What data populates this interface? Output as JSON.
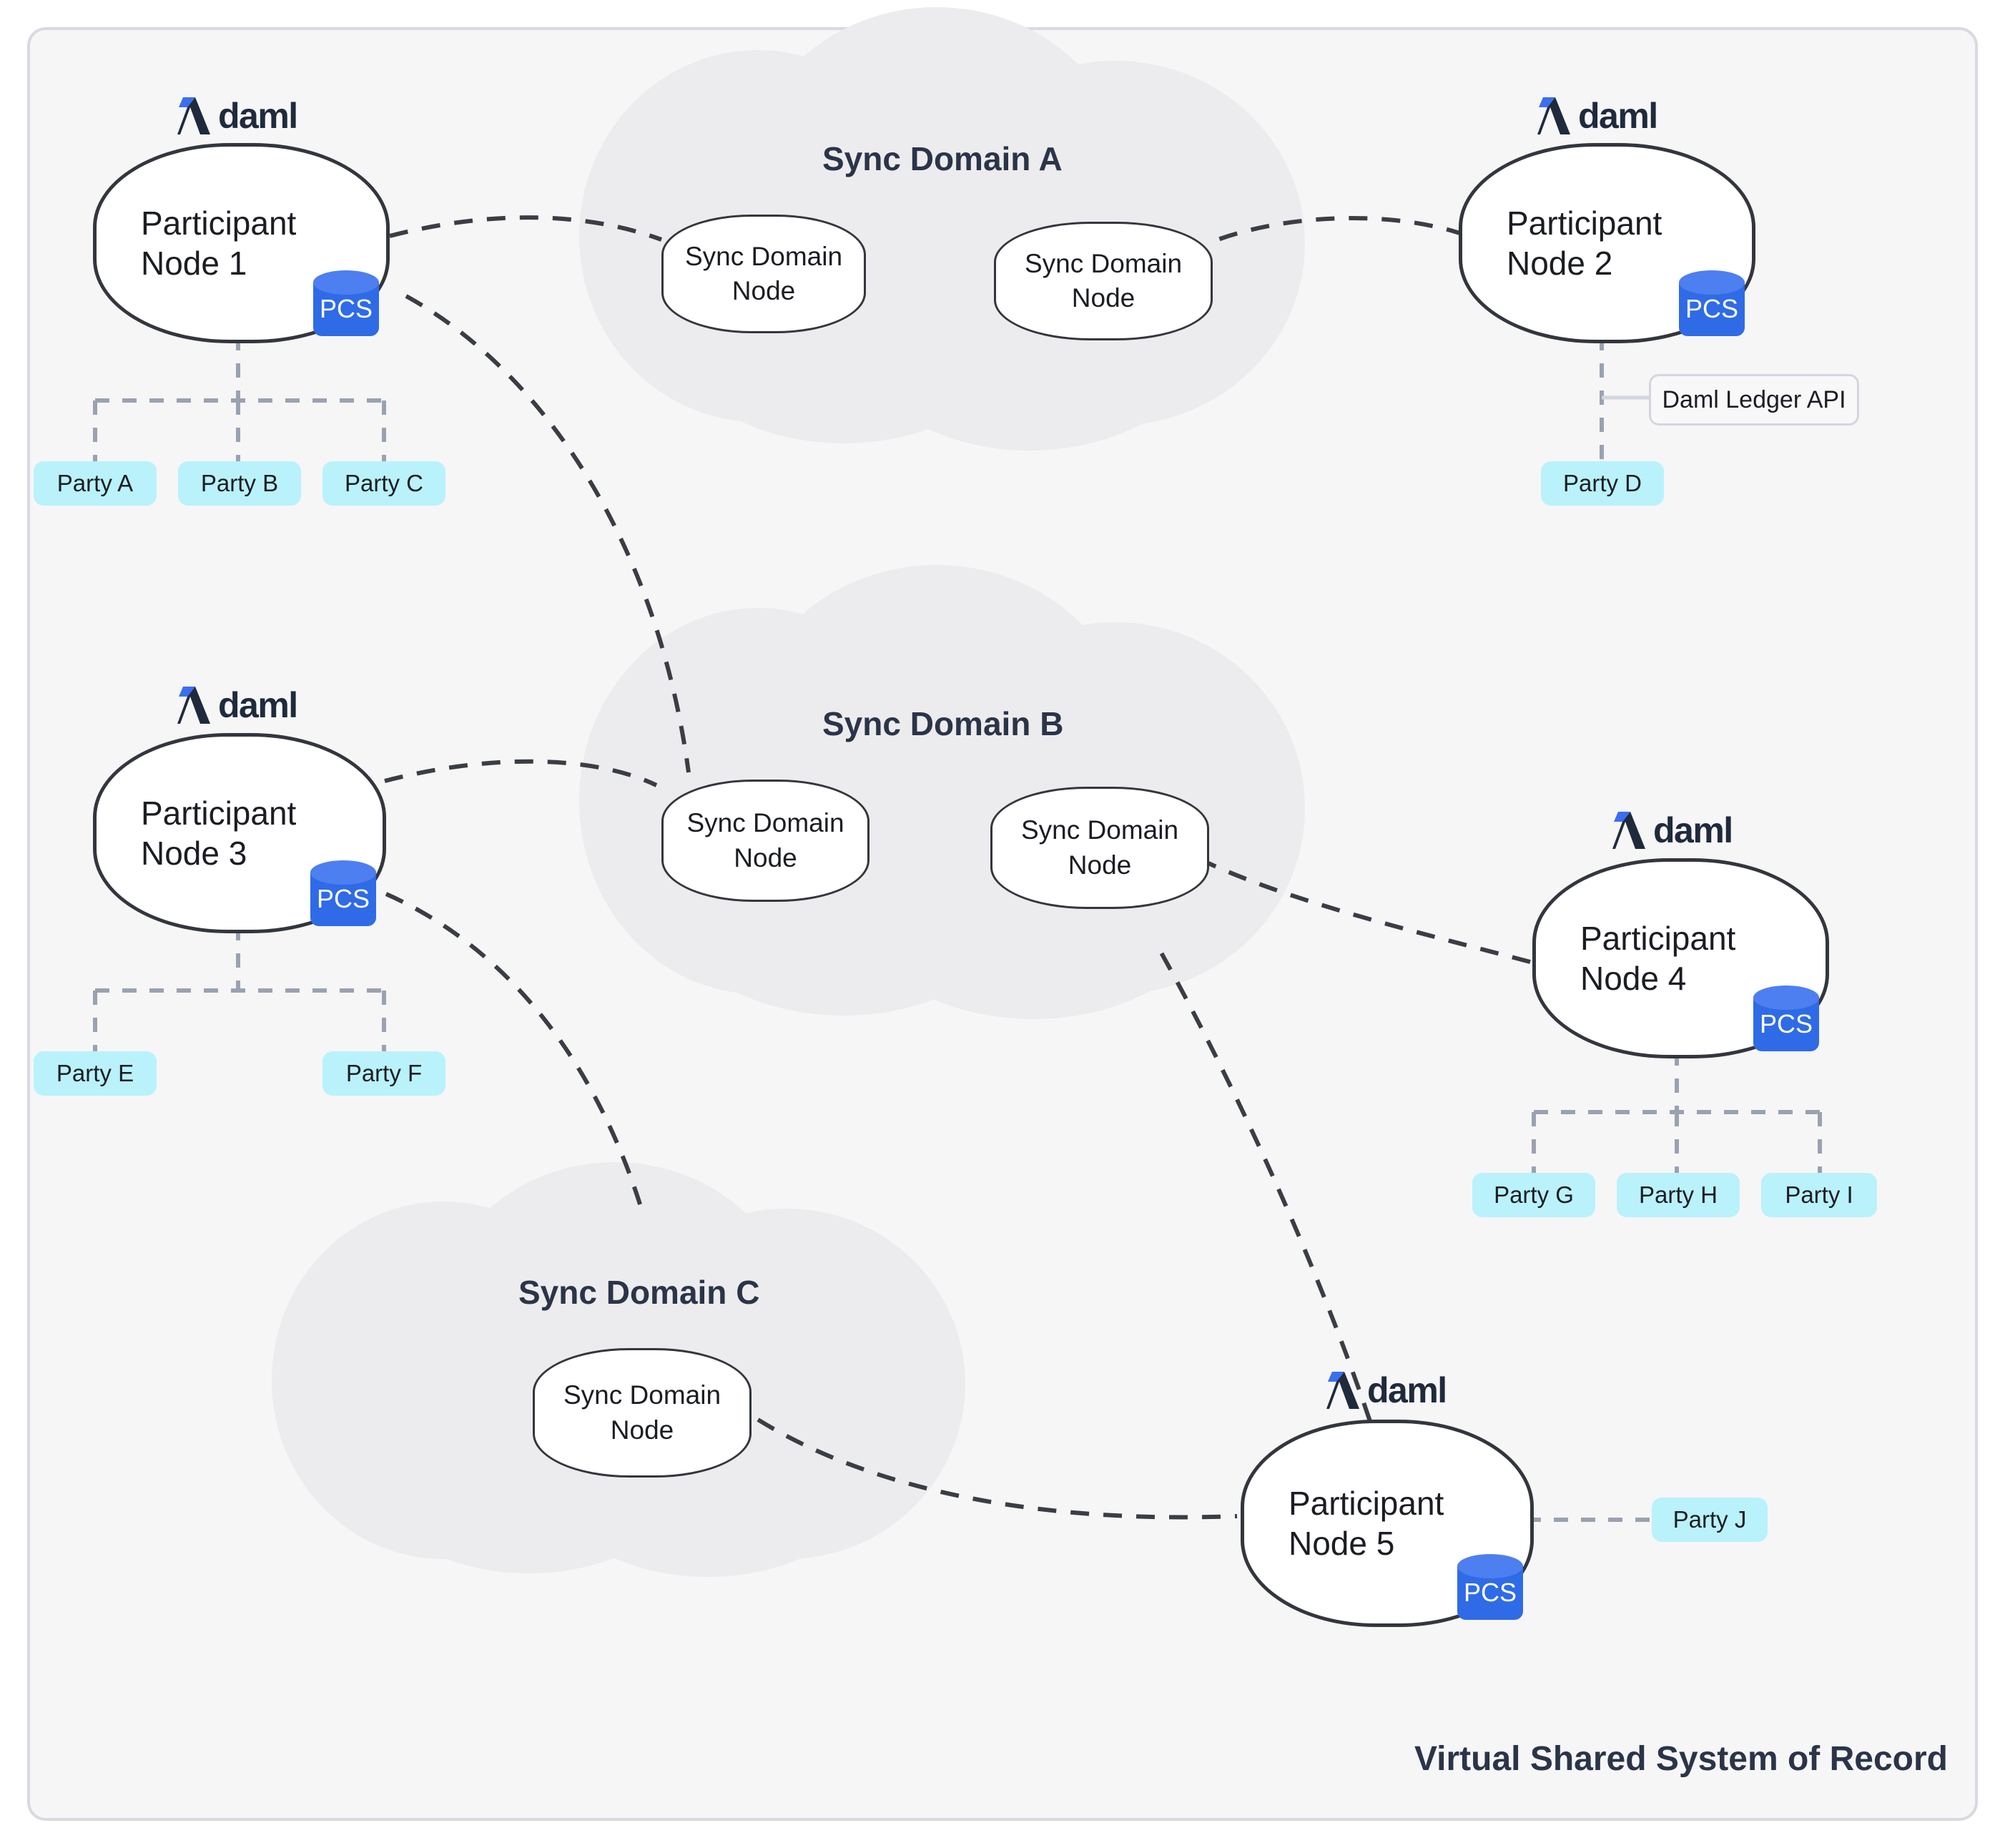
{
  "diagram": {
    "footer_label": "Virtual Shared System of Record",
    "brand_logo_text": "daml",
    "storage_badge_label": "PCS",
    "sync_node_label": "Sync Domain\nNode",
    "api_label": "Daml Ledger API",
    "colors": {
      "canvas_bg": "#f6f6f7",
      "canvas_border": "#d9d9e0",
      "cloud_fill": "#ececee",
      "node_border": "#33363d",
      "node_fill": "#ffffff",
      "party_fill": "#b9f2fb",
      "pcs_body": "#2f6be6",
      "pcs_top": "#4d7ff0",
      "brand_navy": "#1f2a3d",
      "brand_blue": "#3b6ef0",
      "link_dark": "#3a3d44",
      "link_gray": "#9aa2b1",
      "title_navy": "#2b3448"
    }
  },
  "participants": [
    {
      "id": "pn1",
      "label": "Participant\nNode 1",
      "storage": "PCS"
    },
    {
      "id": "pn2",
      "label": "Participant\nNode 2",
      "storage": "PCS"
    },
    {
      "id": "pn3",
      "label": "Participant\nNode 3",
      "storage": "PCS"
    },
    {
      "id": "pn4",
      "label": "Participant\nNode 4",
      "storage": "PCS"
    },
    {
      "id": "pn5",
      "label": "Participant\nNode 5",
      "storage": "PCS"
    }
  ],
  "sync_domains": [
    {
      "id": "sdA",
      "title": "Sync Domain A",
      "nodes": [
        "Sync Domain\nNode",
        "Sync Domain\nNode"
      ]
    },
    {
      "id": "sdB",
      "title": "Sync Domain B",
      "nodes": [
        "Sync Domain\nNode",
        "Sync Domain\nNode"
      ]
    },
    {
      "id": "sdC",
      "title": "Sync Domain C",
      "nodes": [
        "Sync Domain\nNode"
      ]
    }
  ],
  "parties": [
    {
      "id": "A",
      "label": "Party A",
      "participant": "pn1"
    },
    {
      "id": "B",
      "label": "Party B",
      "participant": "pn1"
    },
    {
      "id": "C",
      "label": "Party C",
      "participant": "pn1"
    },
    {
      "id": "D",
      "label": "Party D",
      "participant": "pn2"
    },
    {
      "id": "E",
      "label": "Party E",
      "participant": "pn3"
    },
    {
      "id": "F",
      "label": "Party F",
      "participant": "pn3"
    },
    {
      "id": "G",
      "label": "Party G",
      "participant": "pn4"
    },
    {
      "id": "H",
      "label": "Party H",
      "participant": "pn4"
    },
    {
      "id": "I",
      "label": "Party I",
      "participant": "pn4"
    },
    {
      "id": "J",
      "label": "Party J",
      "participant": "pn5"
    }
  ],
  "connections": [
    {
      "from": "pn1",
      "to": "sdA"
    },
    {
      "from": "pn1",
      "to": "sdB"
    },
    {
      "from": "pn2",
      "to": "sdA"
    },
    {
      "from": "pn3",
      "to": "sdB"
    },
    {
      "from": "pn3",
      "to": "sdC"
    },
    {
      "from": "pn4",
      "to": "sdB"
    },
    {
      "from": "pn5",
      "to": "sdB"
    },
    {
      "from": "pn5",
      "to": "sdC"
    }
  ]
}
